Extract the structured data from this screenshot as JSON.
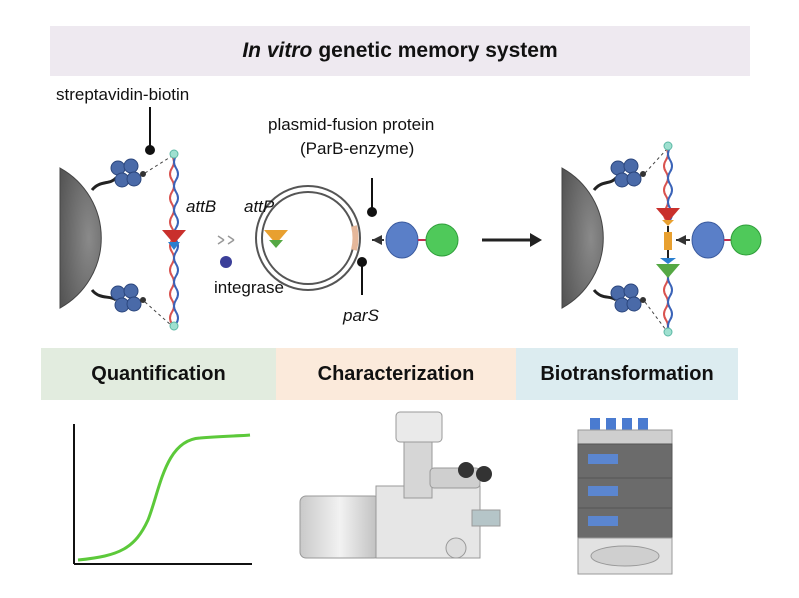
{
  "title": {
    "italic": "In vitro",
    "rest": "genetic memory system"
  },
  "labels": {
    "streptavidin": "streptavidin-biotin",
    "plasmid_fusion_line1": "plasmid-fusion protein",
    "plasmid_fusion_line2": "(ParB-enzyme)",
    "attB": "attB",
    "attP": "attP",
    "integrase": "integrase",
    "parS": "parS"
  },
  "panels": [
    {
      "label": "Quantification",
      "color": "#e2ecdf"
    },
    {
      "label": "Characterization",
      "color": "#fbeadb"
    },
    {
      "label": "Biotransformation",
      "color": "#dcecf0"
    }
  ],
  "colors": {
    "bead": "#6e6e6e",
    "streptavidin": "#4a6aa8",
    "dna_red": "#d9534f",
    "dna_blue": "#3a63b8",
    "att_red": "#c9302c",
    "att_blue": "#2a7fcf",
    "att_green": "#55a844",
    "att_orange": "#e8a030",
    "integrase": "#3b3f99",
    "parb": "#5a7fc8",
    "enzyme": "#4fc95a",
    "curve": "#5cc93a"
  },
  "icons": [
    "bead-icon",
    "streptavidin-icon",
    "dna-strand-icon",
    "plasmid-icon",
    "integrase-icon",
    "parb-protein-icon",
    "enzyme-icon",
    "reaction-arrow-icon",
    "sigmoid-curve-icon",
    "microscope-icon",
    "hplc-system-icon"
  ]
}
